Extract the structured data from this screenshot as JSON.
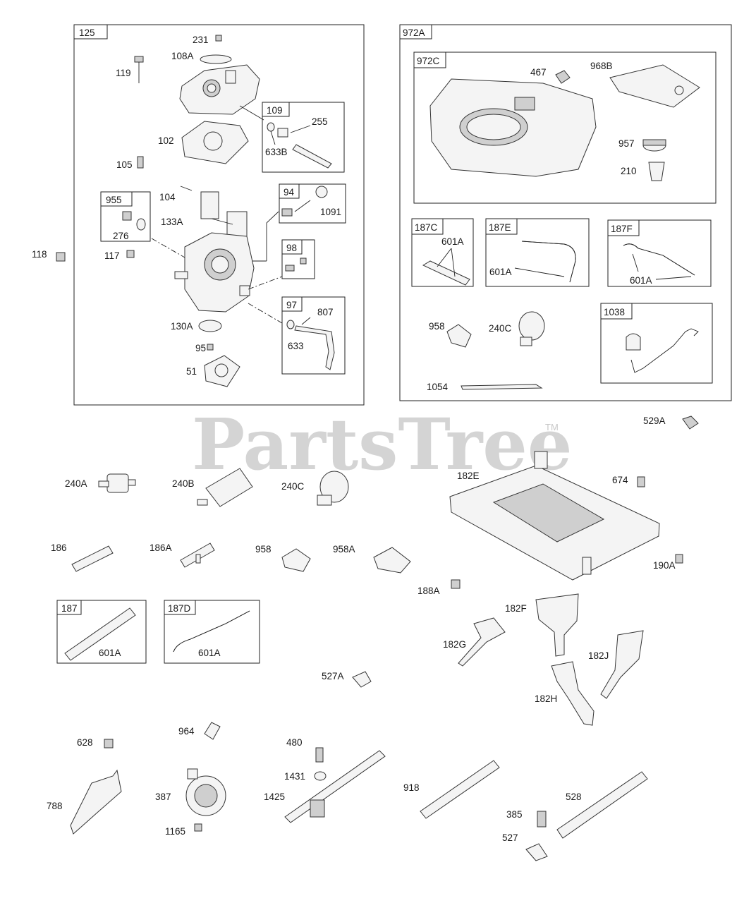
{
  "watermark": {
    "brand": "PartsTree",
    "trademark": "TM"
  },
  "boxes": [
    {
      "id": "125",
      "label": "125"
    },
    {
      "id": "109",
      "label": "109"
    },
    {
      "id": "955",
      "label": "955"
    },
    {
      "id": "94",
      "label": "94"
    },
    {
      "id": "98",
      "label": "98"
    },
    {
      "id": "97",
      "label": "97"
    },
    {
      "id": "972A",
      "label": "972A"
    },
    {
      "id": "972C",
      "label": "972C"
    },
    {
      "id": "187C",
      "label": "187C"
    },
    {
      "id": "187E",
      "label": "187E"
    },
    {
      "id": "187F",
      "label": "187F"
    },
    {
      "id": "1038",
      "label": "1038"
    },
    {
      "id": "187",
      "label": "187"
    },
    {
      "id": "187D",
      "label": "187D"
    }
  ],
  "callouts": [
    "231",
    "108A",
    "119",
    "109",
    "255",
    "102",
    "633B",
    "105",
    "104",
    "133A",
    "1091",
    "276",
    "117",
    "118",
    "130A",
    "95",
    "51",
    "807",
    "633",
    "467",
    "968B",
    "957",
    "210",
    "601A",
    "601A",
    "601A",
    "958",
    "240C",
    "1054",
    "529A",
    "240A",
    "240B",
    "240C",
    "182E",
    "674",
    "186",
    "186A",
    "958",
    "958A",
    "190A",
    "188A",
    "182F",
    "182G",
    "182J",
    "601A",
    "601A",
    "527A",
    "182H",
    "628",
    "964",
    "480",
    "788",
    "387",
    "1431",
    "1425",
    "918",
    "528",
    "385",
    "1165",
    "527"
  ]
}
